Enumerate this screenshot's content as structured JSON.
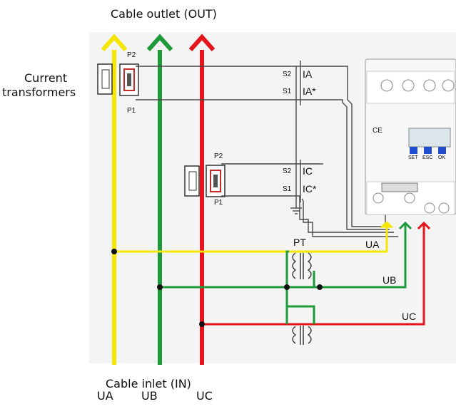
{
  "title_out": "Cable outlet (OUT)",
  "title_in": "Cable inlet (IN)",
  "phases": [
    "UA",
    "UB",
    "UC"
  ],
  "ct_label_line1": "Current",
  "ct_label_line2": "transformers",
  "ct_a": {
    "p2": "P2",
    "p1": "P1",
    "s2": "S2",
    "s1": "S1",
    "line_s2": "IA",
    "line_s1": "IA*"
  },
  "ct_c": {
    "p2": "P2",
    "p1": "P1",
    "s2": "S2",
    "s1": "S1",
    "line_s2": "IC",
    "line_s1": "IC*"
  },
  "pt_label": "PT",
  "line_labels": {
    "ua": "UA",
    "ub": "UB",
    "uc": "UC"
  },
  "meter": {
    "ce": "CE",
    "buttons": [
      "SET",
      "ESC",
      "OK"
    ]
  },
  "colors": {
    "yellow": "#f5e700",
    "green": "#1f9a3a",
    "red": "#e3141b",
    "wire": "#4a4a4a"
  }
}
